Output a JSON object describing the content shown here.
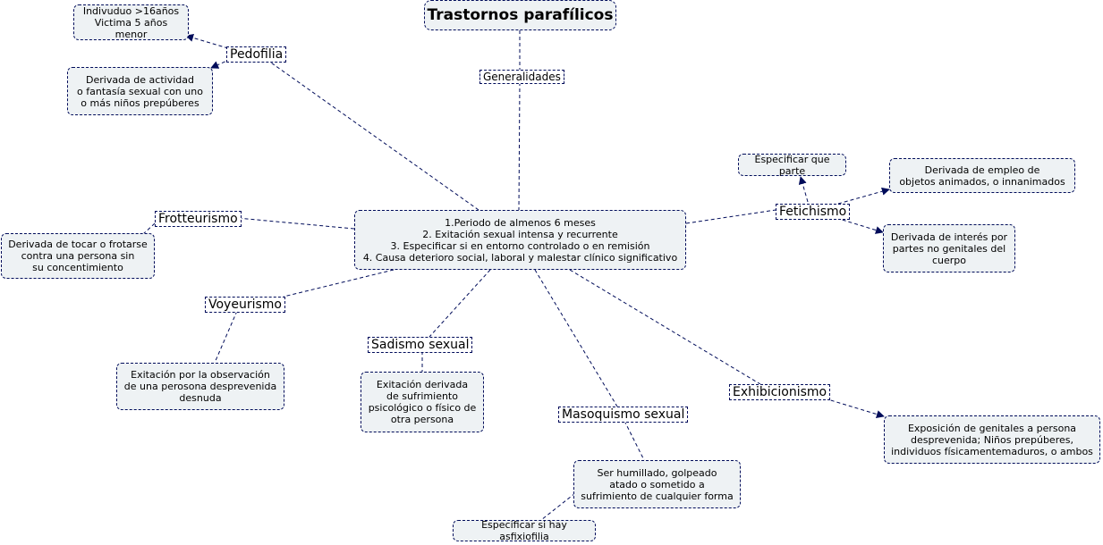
{
  "title": "Trastornos parafílicos",
  "labels": {
    "generalidades": "Generalidades",
    "pedofilia": "Pedofilia",
    "frotteurismo": "Frotteurismo",
    "voyeurismo": "Voyeurismo",
    "sadismo": "Sadismo sexual",
    "masoquismo": "Masoquismo sexual",
    "exhibicionismo": "Exhibicionismo",
    "fetichismo": "Fetichismo"
  },
  "nodes": {
    "pedofilia_edad": "Indivuduo >16años\nVictima 5 años menor",
    "pedofilia_def": "Derivada de actividad\no fantasía sexual con uno\no más niños prepúberes",
    "criterios": "1.Periodo de almenos 6 meses\n2. Exitación sexual intensa y recurrente\n3. Especificar si en entorno controlado o en remisión\n4. Causa deterioro social, laboral y malestar clínico significativo",
    "frotteurismo_def": "Derivada de tocar o frotarse\ncontra una persona sin\nsu concentimiento",
    "voyeurismo_def": "Exitación por la observación\nde una perosona desprevenida\ndesnuda",
    "sadismo_def": "Exitación derivada\nde sufrimiento\npsicológico o físico de\notra persona",
    "masoquismo_def": "Ser humillado, golpeado\natado o sometido a\nsufrimiento de cualquier forma",
    "asfixiofilia": "Especificar si hay asfixiofilia",
    "exhibicionismo_def": "Exposición de genitales a persona\ndesprevenida; Niños prepúberes,\nindividuos físicamentemaduros, o ambos",
    "fetichismo_parte": "Especificar que parte",
    "fetichismo_objetos": "Derivada de empleo de\nobjetos animados, o innanimados",
    "fetichismo_partes": "Derivada de interés por\npartes no genitales del\ncuerpo"
  }
}
